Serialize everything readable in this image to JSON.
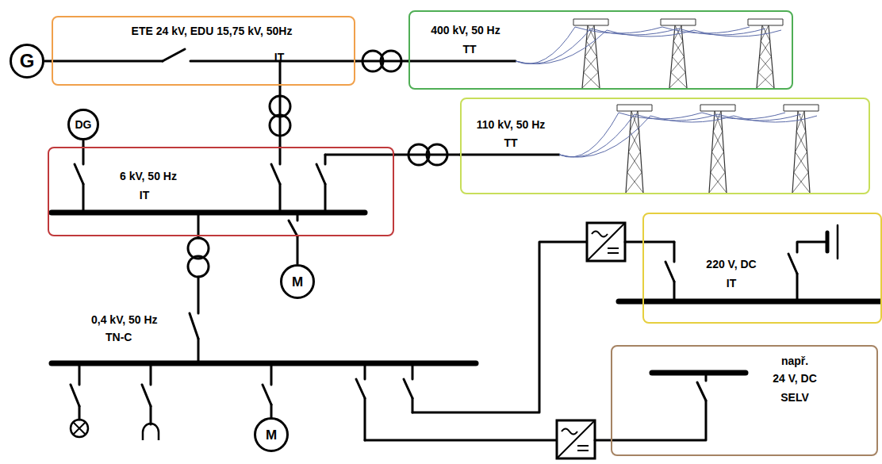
{
  "diagram": {
    "nodes": [
      {
        "text": [
          "ETE 24 kV, EDU 15,75 kV, 50Hz",
          "IT"
        ]
      },
      {
        "text": [
          "400 kV, 50 Hz",
          "TT"
        ]
      },
      {
        "text": [
          "6 kV, 50 Hz",
          "IT"
        ]
      },
      {
        "text": [
          "110 kV, 50 Hz",
          "TT"
        ]
      },
      {
        "text": [
          "220 V, DC",
          "IT"
        ]
      },
      {
        "text": [
          "např.",
          "24 V, DC",
          "SELV"
        ]
      },
      {
        "text": [
          "G"
        ]
      },
      {
        "text": [
          "DG"
        ]
      },
      {
        "text": [
          "M"
        ]
      },
      {
        "text": [
          "M"
        ]
      }
    ],
    "edges": [
      {
        "from": 6,
        "to": 0,
        "arrow": "none"
      },
      {
        "from": 0,
        "to": 1,
        "arrow": "none"
      },
      {
        "from": 0,
        "to": 2,
        "arrow": "none"
      },
      {
        "from": 7,
        "to": 2,
        "arrow": "none"
      },
      {
        "from": 2,
        "to": 3,
        "arrow": "none"
      },
      {
        "from": 2,
        "to": 8,
        "arrow": "none"
      }
    ],
    "labels": [
      "0,4 kV, 50 Hz",
      "TN-C"
    ]
  }
}
